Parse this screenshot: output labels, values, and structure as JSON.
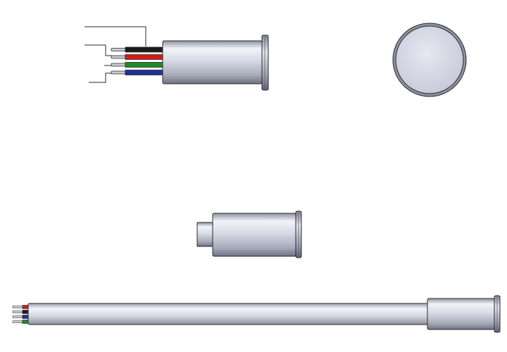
{
  "colors": {
    "background": "#ffffff",
    "outline": "#2a2a2a",
    "body_light": "#eef0f6",
    "body_mid": "#b8bcc9",
    "body_dark": "#6c7080",
    "wire_black": "#1a1a1a",
    "wire_red": "#d41a1a",
    "wire_green": "#1f8a2a",
    "wire_blue": "#1f2f9a",
    "conductor": "#c9ccd6",
    "face_fill": "#d6d9e6"
  },
  "views": [
    {
      "id": "side-view-with-wires",
      "kind": "sensor-side-with-leads"
    },
    {
      "id": "end-view",
      "kind": "circular-face"
    },
    {
      "id": "side-view-plug",
      "kind": "sensor-side-with-plug"
    },
    {
      "id": "cable-assembly",
      "kind": "sensor-with-long-cable"
    }
  ],
  "wires": [
    {
      "name": "black",
      "color_key": "wire_black"
    },
    {
      "name": "red",
      "color_key": "wire_red"
    },
    {
      "name": "green",
      "color_key": "wire_green"
    },
    {
      "name": "blue",
      "color_key": "wire_blue"
    }
  ]
}
